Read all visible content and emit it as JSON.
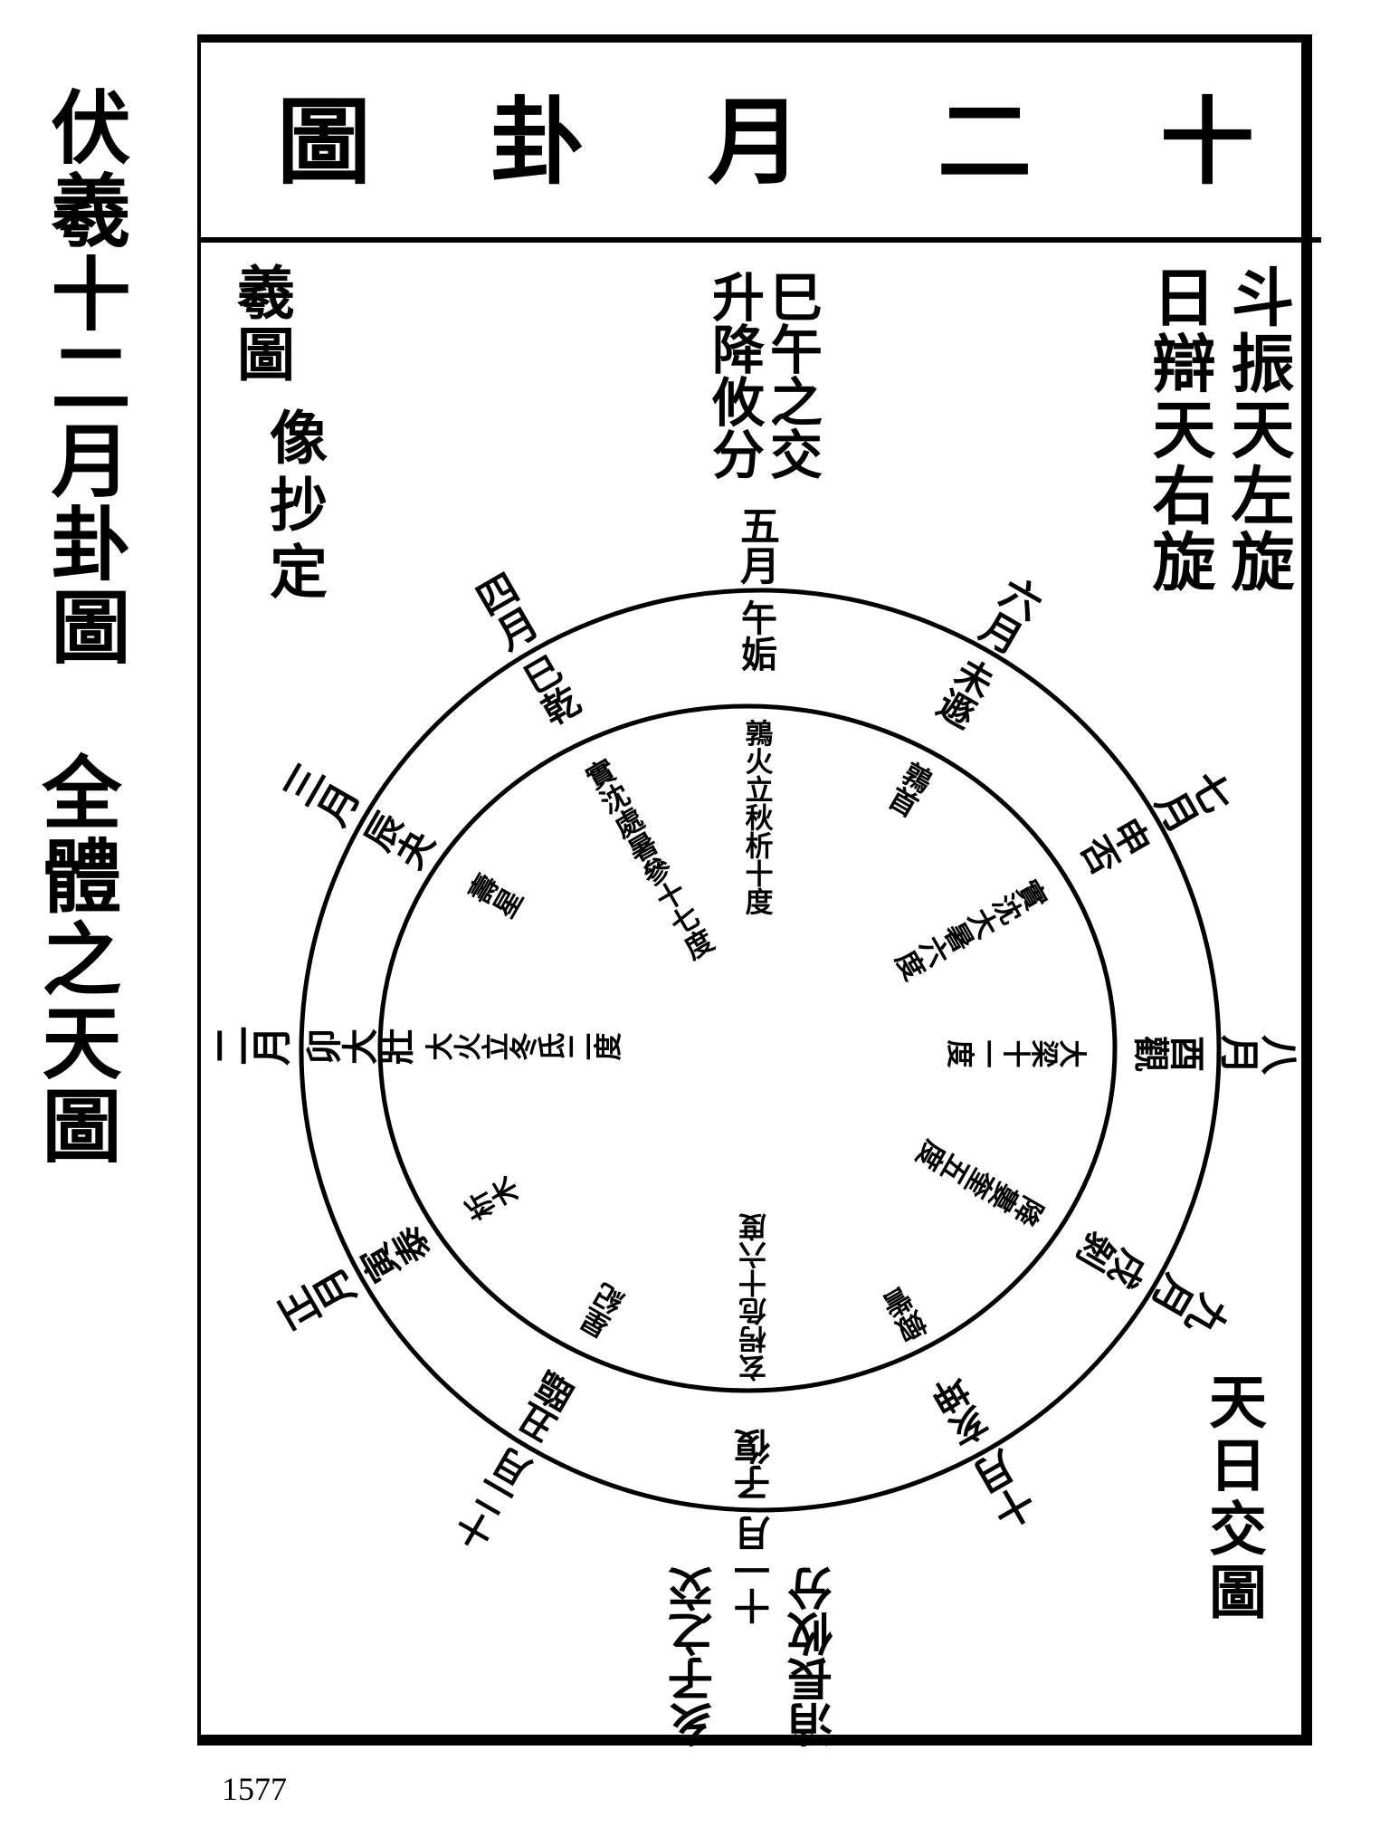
{
  "margin_note": {
    "column1": "伏羲十二月卦圖",
    "column2": "全體之天圖"
  },
  "title": [
    "十",
    "二",
    "月",
    "卦",
    "圖"
  ],
  "header_notes": {
    "right_col1": "斗振天左旋",
    "right_col2": "日辯天右旋",
    "center_col1": "巳午之交",
    "center_col2": "升降攸分",
    "left_col1": "羲圖",
    "left_col2": "像抄定"
  },
  "spokes": [
    {
      "month": "五月",
      "ring": "午姤",
      "inner": "鶉火立秋析十度"
    },
    {
      "month": "六月",
      "ring": "未遯",
      "inner": "鶉首"
    },
    {
      "month": "七月",
      "ring": "申否",
      "inner": "實沈大暑六度"
    },
    {
      "month": "八月",
      "ring": "酉觀",
      "inner": "大梁十一度"
    },
    {
      "month": "九月",
      "ring": "戌剝",
      "inner": "降婁奎五度"
    },
    {
      "month": "十月",
      "ring": "亥坤",
      "inner": "娵訾"
    },
    {
      "month": "十一月",
      "ring": "子復",
      "inner": "玄枵危十六度"
    },
    {
      "month": "十二月",
      "ring": "丑臨",
      "inner": "星紀"
    },
    {
      "month": "正月",
      "ring": "寅泰",
      "inner": "析木"
    },
    {
      "month": "二月",
      "ring": "卯大壯",
      "inner": "大火立冬氐二度"
    },
    {
      "month": "三月",
      "ring": "辰夬",
      "inner": "壽星"
    },
    {
      "month": "四月",
      "ring": "巳乾",
      "inner": "實沈處暑參十七度"
    }
  ],
  "bottom_notes": {
    "col1": "亥子之交",
    "col2": "消長攸分"
  },
  "right_bottom_label": "天日交圖",
  "page_number": "1577"
}
